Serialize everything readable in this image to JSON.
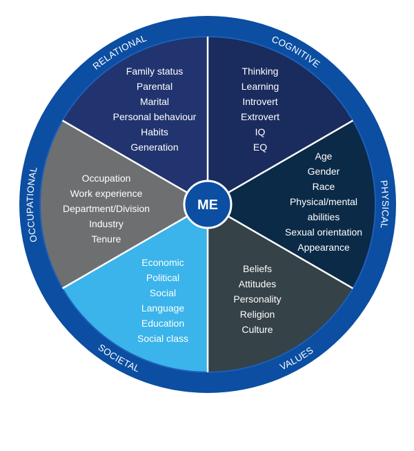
{
  "center": {
    "label": "ME"
  },
  "colors": {
    "outer_ring": "#0b4ea2",
    "inner_border": "#1e5fb8",
    "center_fill": "#0b4ea2",
    "ring_text": "#ffffff",
    "segment_text": "#ffffff"
  },
  "segments": [
    {
      "key": "cognitive",
      "ring_label": "COGNITIVE",
      "color": "#1a2b5e",
      "items": [
        "Thinking",
        "Learning",
        "Introvert",
        "Extrovert",
        "IQ",
        "EQ"
      ]
    },
    {
      "key": "physical",
      "ring_label": "PHYSICAL",
      "color": "#0b2a47",
      "items": [
        "Age",
        "Gender",
        "Race",
        "Physical/mental",
        "abilities",
        "Sexual orientation",
        "Appearance"
      ]
    },
    {
      "key": "values",
      "ring_label": "VALUES",
      "color": "#354247",
      "items": [
        "Beliefs",
        "Attitudes",
        "Personality",
        "Religion",
        "Culture"
      ]
    },
    {
      "key": "societal",
      "ring_label": "SOCIETAL",
      "color": "#3ab4ea",
      "items": [
        "Economic",
        "Political",
        "Social",
        "Language",
        "Education",
        "Social class"
      ]
    },
    {
      "key": "occupational",
      "ring_label": "OCCUPATIONAL",
      "color": "#6d6f71",
      "items": [
        "Occupation",
        "Work experience",
        "Department/Division",
        "Industry",
        "Tenure"
      ]
    },
    {
      "key": "relational",
      "ring_label": "RELATIONAL",
      "color": "#22346f",
      "items": [
        "Family status",
        "Parental",
        "Marital",
        "Personal behaviour",
        "Habits",
        "Generation"
      ]
    }
  ]
}
